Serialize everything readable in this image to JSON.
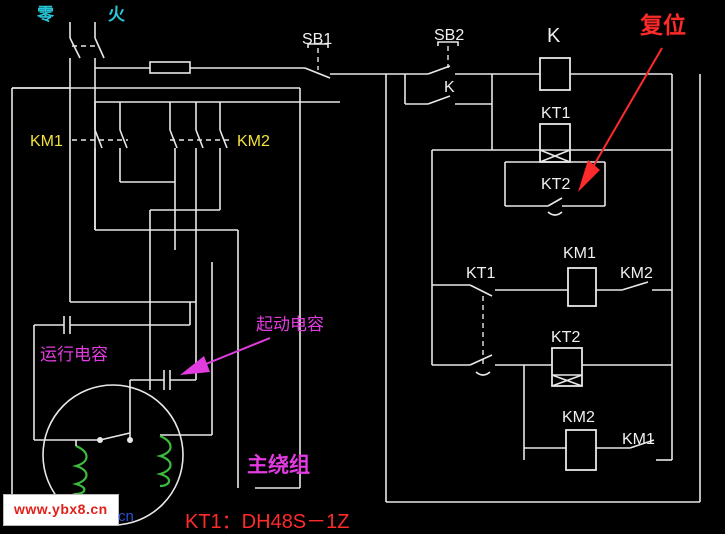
{
  "labels": {
    "neutral": "零",
    "live": "火",
    "sb1": "SB1",
    "sb2": "SB2",
    "k_coil_top": "K",
    "k_contact": "K",
    "kt1_coil": "KT1",
    "kt2_coil": "KT2",
    "km1_main": "KM1",
    "km2_main": "KM2",
    "km1_coil": "KM1",
    "km2_contact_top": "KM2",
    "kt1_contact": "KT1",
    "kt2_coil_lower": "KT2",
    "km2_coil": "KM2",
    "km1_contact_bottom": "KM1",
    "reset": "复位",
    "start_capacitor": "起动电容",
    "run_capacitor": "运行电容",
    "main_winding": "主绕组",
    "model_note": "KT1：DH48S－1Z"
  },
  "watermark": {
    "site": "www.ybx8.cn",
    "tail": "cn"
  },
  "colors": {
    "background": "#000000",
    "wire": "#e8e8e8",
    "label_yellow": "#f2e23a",
    "label_cyan": "#27c7d8",
    "label_magenta": "#e23ce0",
    "label_red": "#ff2a2a",
    "winding_green": "#3cbe3c"
  }
}
